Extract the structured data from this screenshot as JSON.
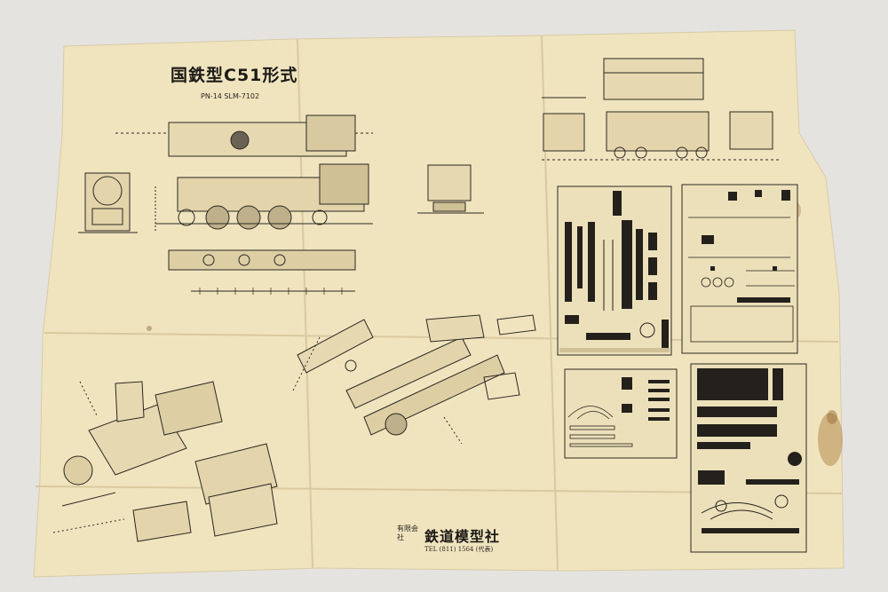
{
  "document": {
    "title": "国鉄型C51形式",
    "model_code": "PN-14  SLM-7102",
    "publisher_type": "有限会社",
    "publisher_name": "鉄道模型社",
    "publisher_tel": "TEL (811) 1564 (代表)"
  },
  "colors": {
    "background": "#e4e3e0",
    "paper": "#f0e4bf",
    "ink": "#1c1a16",
    "stain": "#b48a4e"
  }
}
